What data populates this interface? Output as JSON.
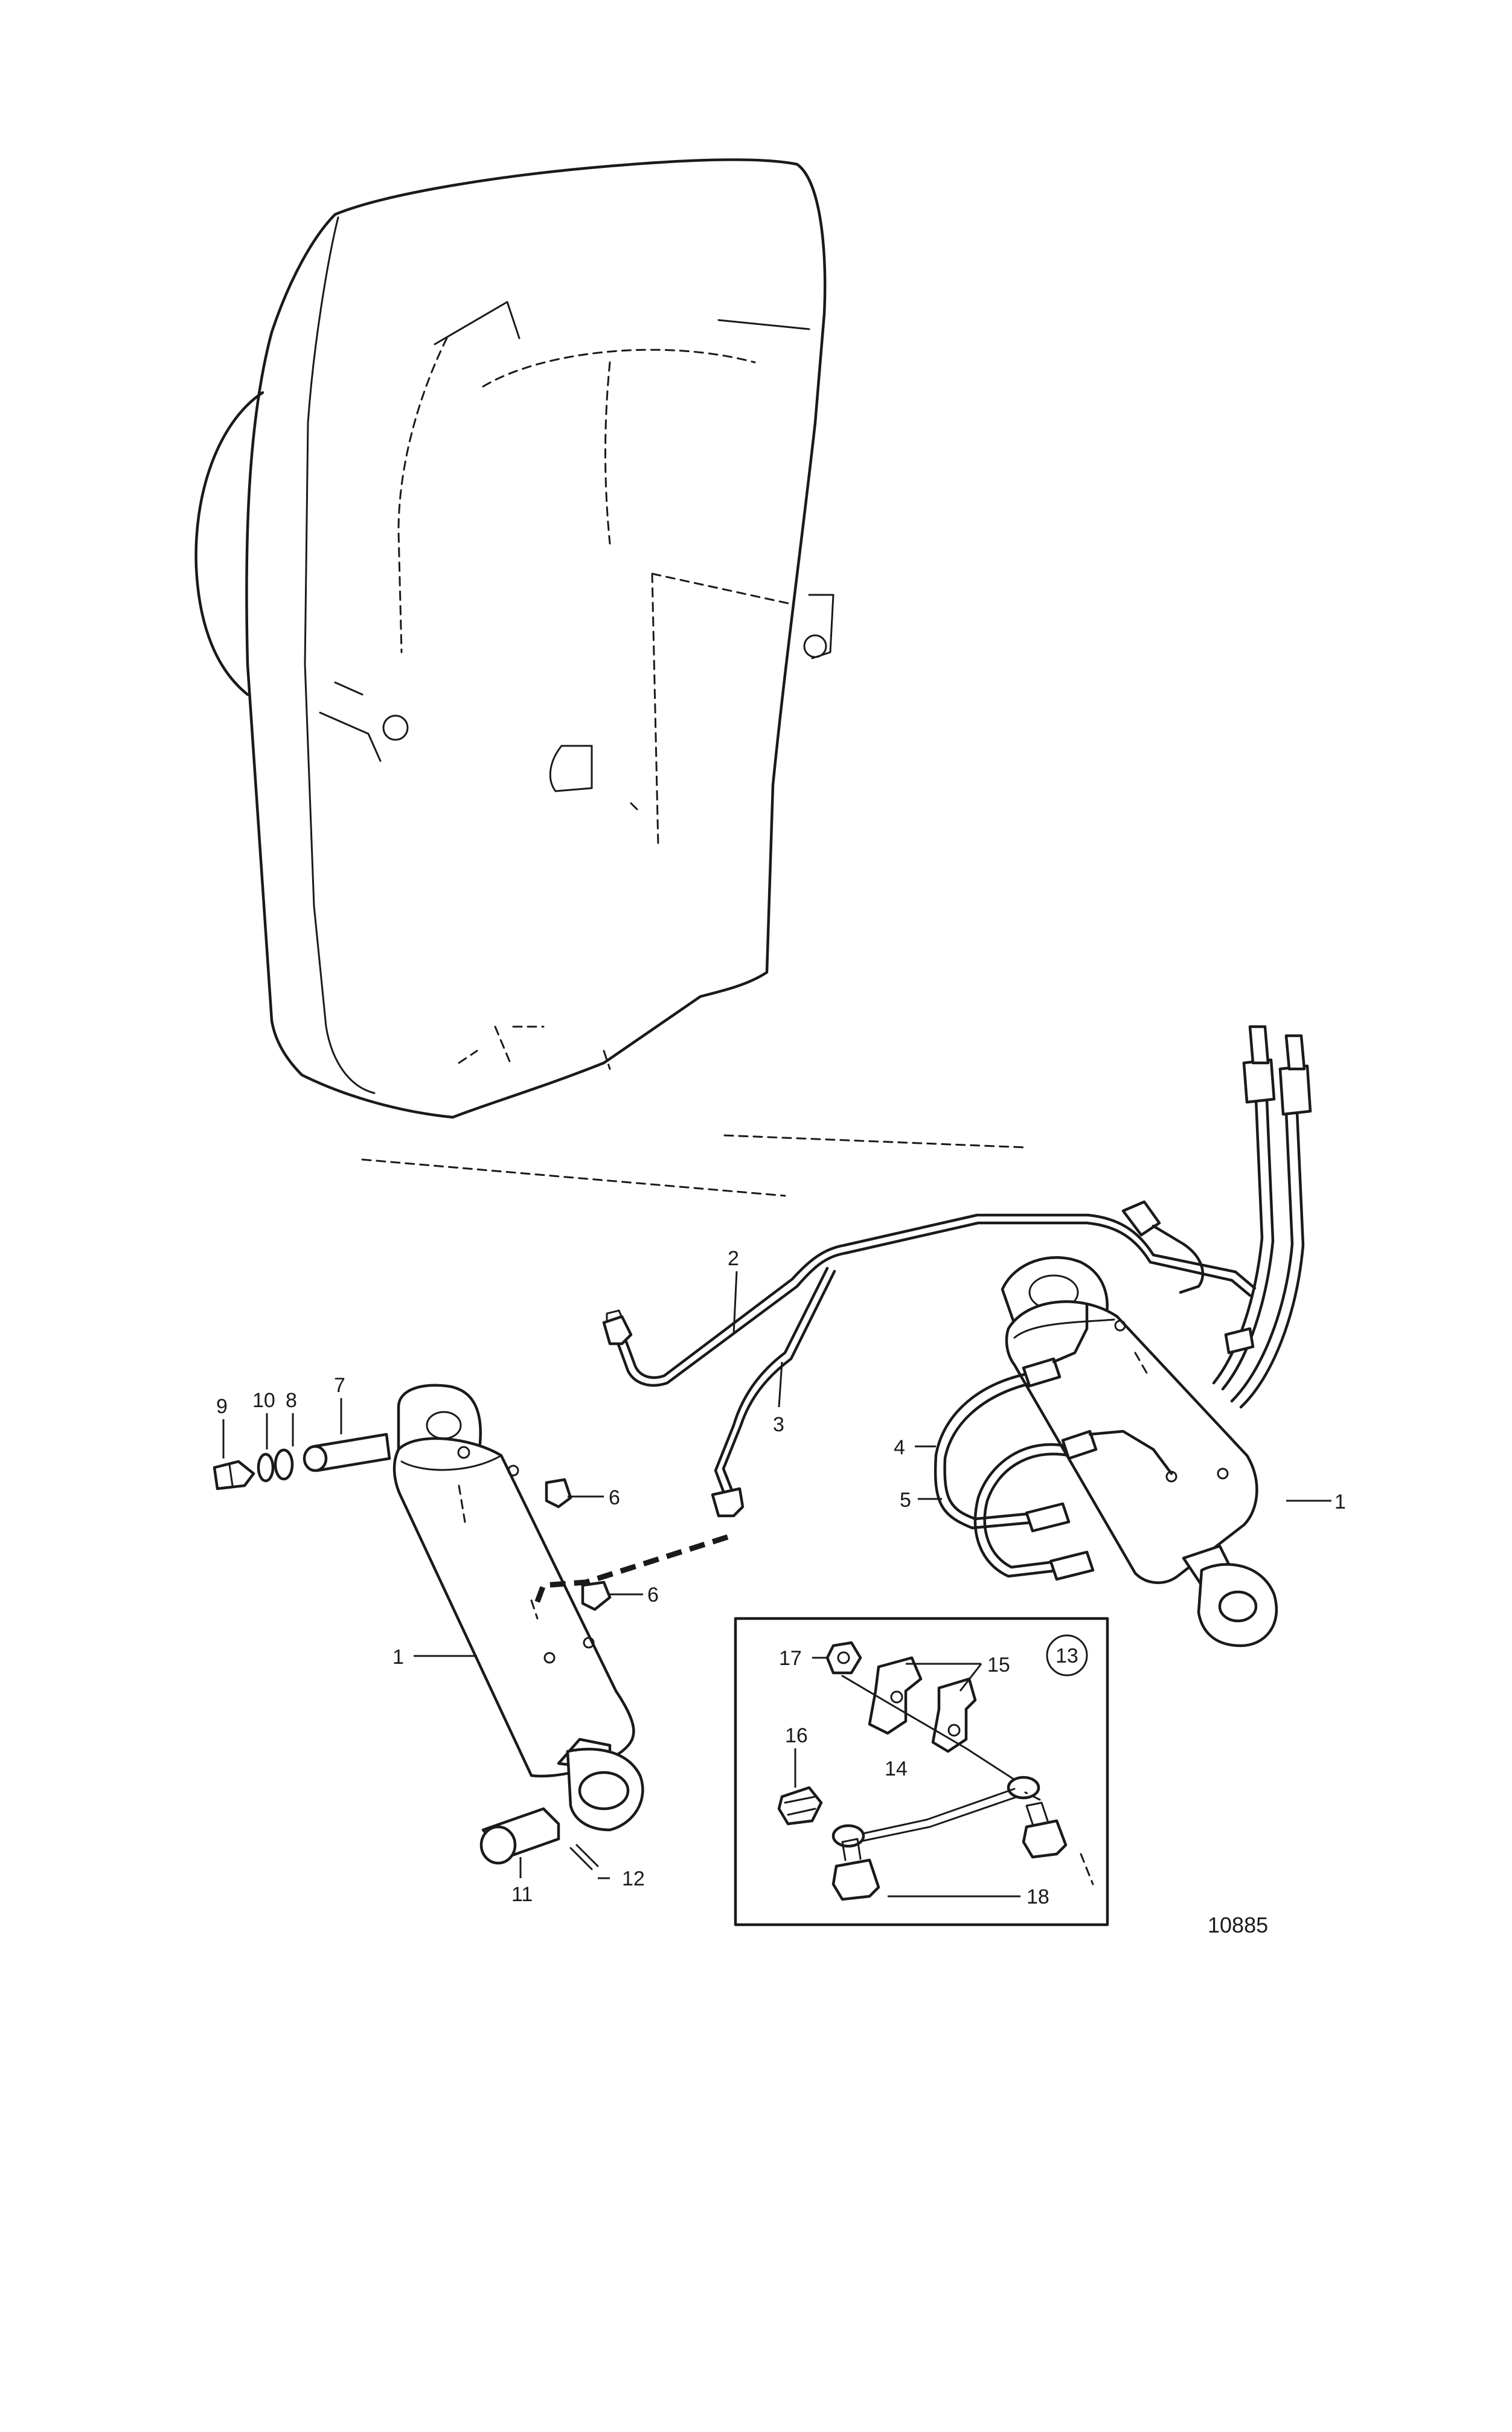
{
  "drawing_number": "10885",
  "inset_group_label": "13",
  "callouts": {
    "c1_left": "1",
    "c1_right": "1",
    "c2": "2",
    "c3": "3",
    "c4": "4",
    "c5": "5",
    "c6_upper": "6",
    "c6_lower": "6",
    "c7": "7",
    "c8": "8",
    "c9": "9",
    "c10": "10",
    "c11": "11",
    "c12": "12",
    "c14": "14",
    "c15": "15",
    "c16": "16",
    "c17": "17",
    "c18": "18"
  }
}
